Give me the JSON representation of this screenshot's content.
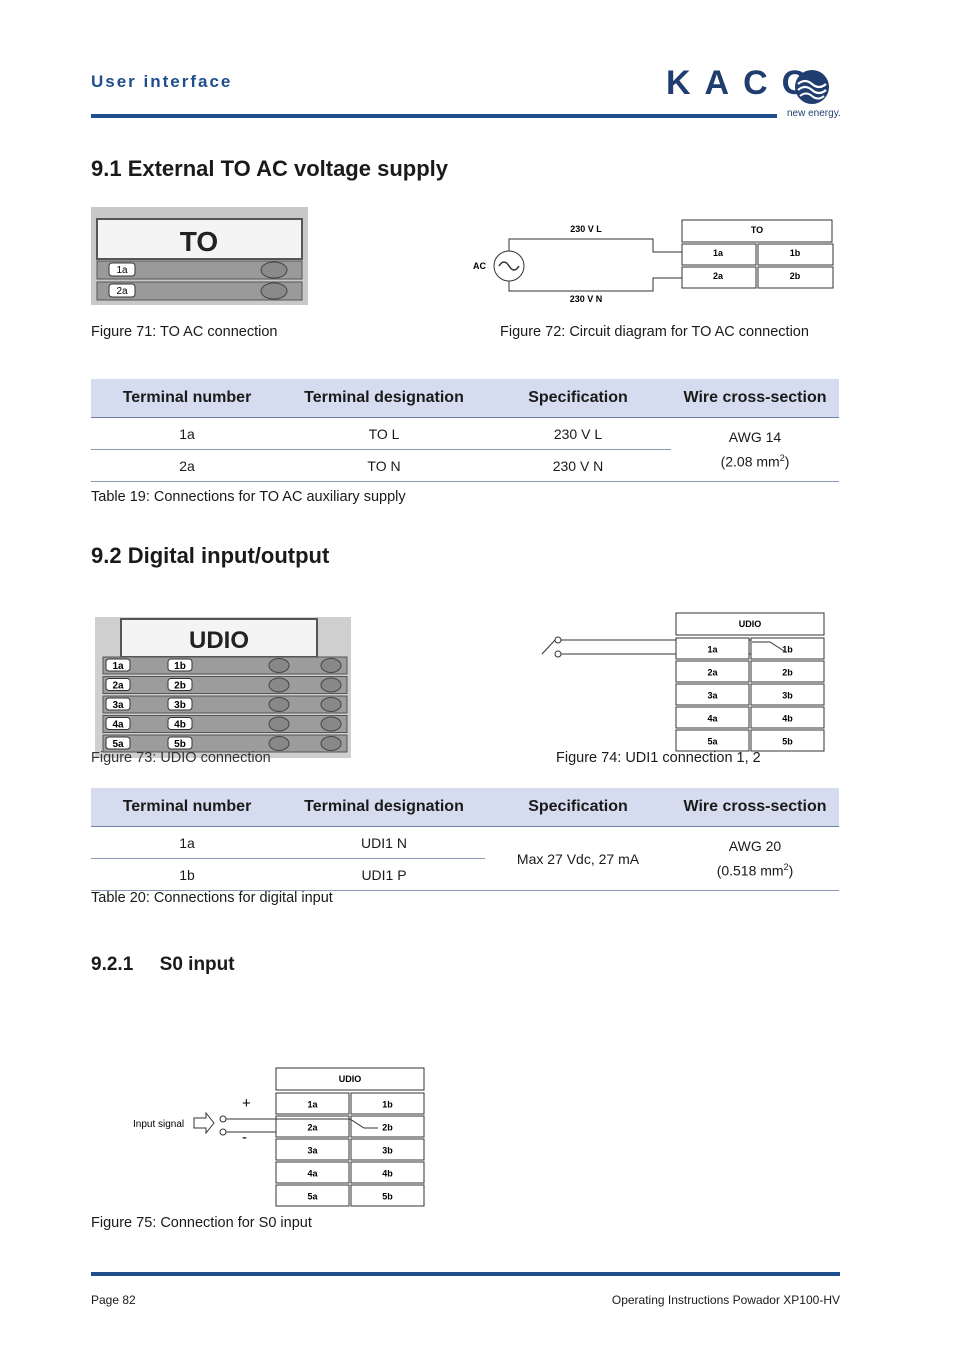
{
  "header": {
    "title": "User interface",
    "logo": "KACO",
    "logo_tagline": "new energy."
  },
  "section_1": {
    "title": "9.1   External TO AC voltage supply"
  },
  "fig71": {
    "label": "TO",
    "rows": [
      "1a",
      "2a"
    ],
    "caption": "Figure 71:  TO AC connection"
  },
  "fig72": {
    "caption": "Figure 72:  Circuit diagram for TO AC connection",
    "top_label": "230 V L",
    "bottom_label": "230 V N",
    "source_label": "AC",
    "block_title": "TO",
    "cells": [
      [
        "1a",
        "1b"
      ],
      [
        "2a",
        "2b"
      ]
    ]
  },
  "table19": {
    "headers": [
      "Terminal number",
      "Terminal designation",
      "Specification",
      "Wire cross-section"
    ],
    "rows": [
      [
        "1a",
        "TO L",
        "230 V L"
      ],
      [
        "2a",
        "TO N",
        "230 V N"
      ]
    ],
    "wire_main": "AWG 14",
    "wire_sub": "(2.08 mm",
    "wire_sup": "2",
    "wire_end": ")",
    "caption": "Table 19:  Connections for TO AC auxiliary supply"
  },
  "section_2": {
    "title": "9.2   Digital input/output"
  },
  "fig73": {
    "label": "UDIO",
    "left": [
      "1a",
      "2a",
      "3a",
      "4a",
      "5a"
    ],
    "right": [
      "1b",
      "2b",
      "3b",
      "4b",
      "5b"
    ],
    "caption": "Figure 73:  UDIO connection"
  },
  "fig74": {
    "caption": "Figure 74:  UDI1 connection 1, 2",
    "block_title": "UDIO",
    "cells": [
      [
        "1a",
        "1b"
      ],
      [
        "2a",
        "2b"
      ],
      [
        "3a",
        "3b"
      ],
      [
        "4a",
        "4b"
      ],
      [
        "5a",
        "5b"
      ]
    ]
  },
  "table20": {
    "headers": [
      "Terminal number",
      "Terminal designation",
      "Specification",
      "Wire cross-section"
    ],
    "rows": [
      [
        "1a",
        "UDI1 N"
      ],
      [
        "1b",
        "UDI1 P"
      ]
    ],
    "spec": "Max 27 Vdc, 27 mA",
    "wire_main": "AWG 20",
    "wire_sub": "(0.518 mm",
    "wire_sup": "2",
    "wire_end": ")",
    "caption": "Table 20:  Connections for digital input"
  },
  "section_3": {
    "title": "9.2.1     S0 input"
  },
  "fig75": {
    "caption": "Figure 75:  Connection for S0 input",
    "input_label": "Input signal",
    "plus": "+",
    "minus": "-",
    "block_title": "UDIO",
    "cells": [
      [
        "1a",
        "1b"
      ],
      [
        "2a",
        "2b"
      ],
      [
        "3a",
        "3b"
      ],
      [
        "4a",
        "4b"
      ],
      [
        "5a",
        "5b"
      ]
    ]
  },
  "footer": {
    "page": "Page 82",
    "doc": "Operating Instructions Powador XP100-HV"
  }
}
